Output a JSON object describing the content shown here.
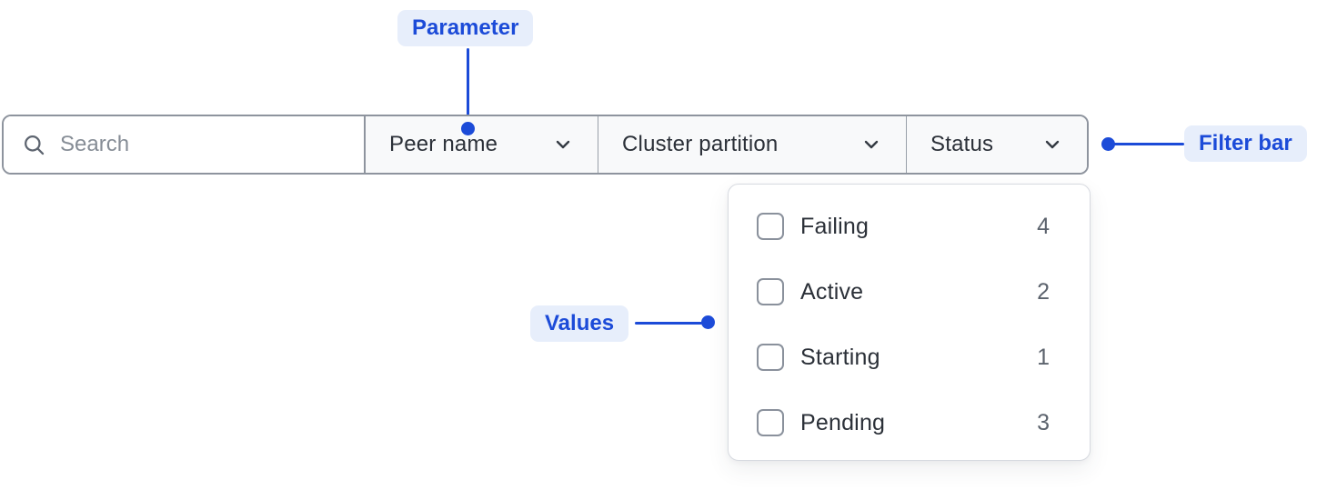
{
  "annotations": {
    "parameter": {
      "label": "Parameter"
    },
    "filter_bar": {
      "label": "Filter bar"
    },
    "values": {
      "label": "Values"
    }
  },
  "filter_bar": {
    "search": {
      "placeholder": "Search",
      "icon": "search-icon"
    },
    "dropdowns": [
      {
        "label": "Peer name",
        "icon": "chevron-down-icon"
      },
      {
        "label": "Cluster partition",
        "icon": "chevron-down-icon"
      },
      {
        "label": "Status",
        "icon": "chevron-down-icon",
        "open": true
      }
    ]
  },
  "status_dropdown": {
    "options": [
      {
        "label": "Failing",
        "count": "4",
        "checked": false
      },
      {
        "label": "Active",
        "count": "2",
        "checked": false
      },
      {
        "label": "Starting",
        "count": "1",
        "checked": false
      },
      {
        "label": "Pending",
        "count": "3",
        "checked": false
      }
    ]
  },
  "colors": {
    "annotation_blue": "#1C4BD8",
    "annotation_badge_bg": "#E7EEFB",
    "bar_border": "#8E949E",
    "section_bg": "#F8F9FA",
    "text_dark": "#2B3038",
    "text_muted": "#5C636D",
    "panel_border": "#D7DAE0"
  }
}
